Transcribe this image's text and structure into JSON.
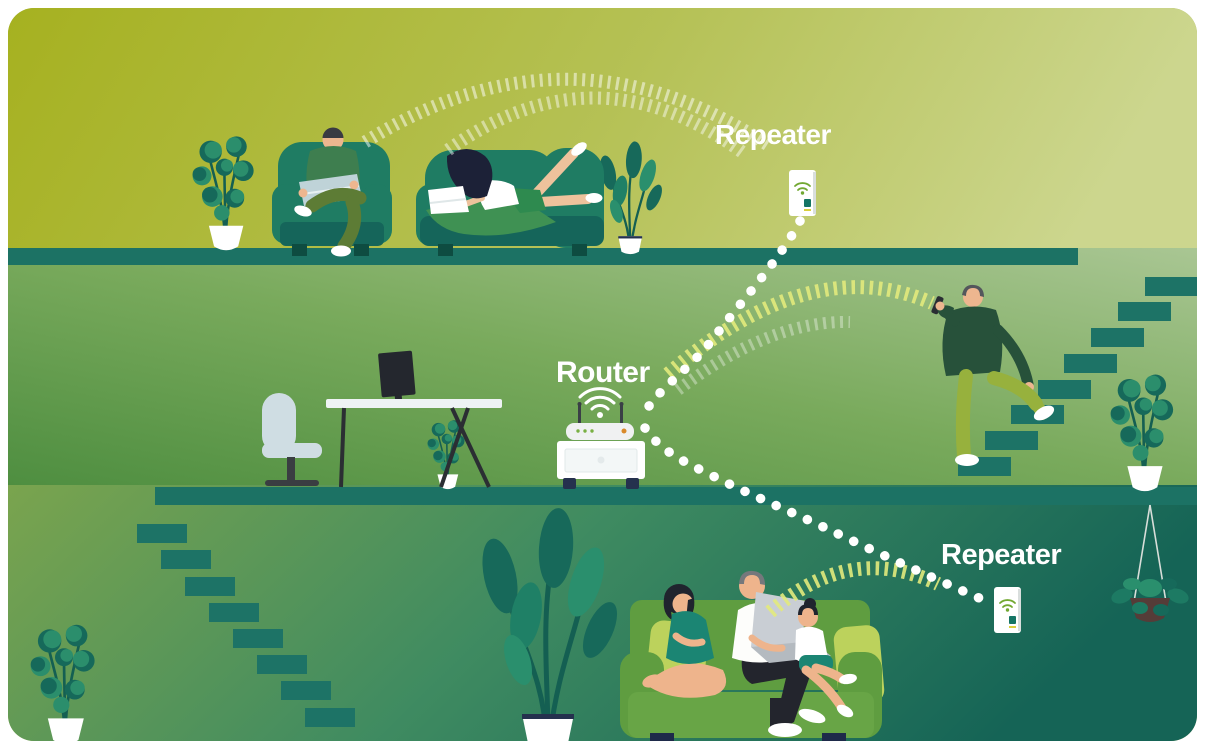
{
  "labels": {
    "repeater_top": "Repeater",
    "router": "Router",
    "repeater_bottom": "Repeater"
  },
  "devices": {
    "router": {
      "name": "wifi-router",
      "icon": "wifi-icon",
      "location": "middle-floor"
    },
    "repeater_top": {
      "name": "wifi-repeater",
      "icon": "wifi-icon",
      "location": "top-floor"
    },
    "repeater_bottom": {
      "name": "wifi-repeater",
      "icon": "wifi-icon",
      "location": "bottom-floor"
    }
  },
  "colors": {
    "floor_divider": "#1c7264",
    "top_floor_left": "#a6b120",
    "top_floor_right": "#ccd68e",
    "middle_floor_dark": "#4e8e40",
    "middle_floor_light": "#a9c693",
    "bottom_floor_left": "#77a24d",
    "bottom_floor_right": "#156456",
    "signal_arc_yellow": "#e2ea7c",
    "signal_arc_white": "rgba(255,255,255,0.5)",
    "signal_dots": "#ffffff",
    "label_text": "#ffffff"
  }
}
